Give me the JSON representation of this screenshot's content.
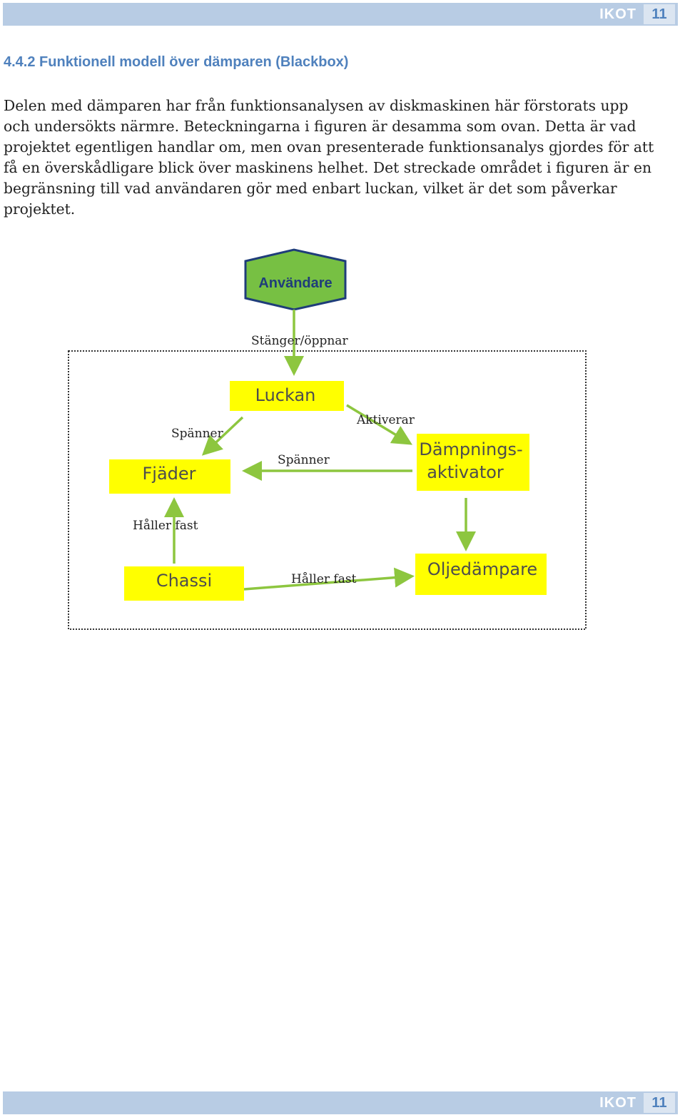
{
  "header": {
    "brand": "IKOT",
    "page_number": "11"
  },
  "footer": {
    "brand": "IKOT",
    "page_number": "11"
  },
  "heading": "4.4.2 Funktionell modell över dämparen (Blackbox)",
  "paragraph_lines": [
    "Delen med dämparen har från funktionsanalysen av diskmaskinen här förstorats upp",
    "och undersökts närmre. Beteckningarna i figuren är desamma som ovan. Detta är vad",
    "projektet egentligen handlar om, men ovan presenterade funktionsanalys gjordes för att",
    "få en överskådligare blick över maskinens helhet. Det streckade området i figuren är en",
    "begränsning till vad användaren gör med enbart luckan, vilket är det som påverkar",
    "projektet."
  ],
  "diagram": {
    "actor": "Användare",
    "nodes": {
      "luckan": "Luckan",
      "fjader": "Fjäder",
      "dampning_line1": "Dämpnings-",
      "dampning_line2": "aktivator",
      "chassi": "Chassi",
      "oljedampare": "Oljedämpare"
    },
    "edges": {
      "stanger": "Stänger/öppnar",
      "spanner_left": "Spänner",
      "aktiverar": "Aktiverar",
      "spanner_mid": "Spänner",
      "haller_left": "Håller fast",
      "haller_bottom": "Håller fast"
    },
    "colors": {
      "node_fill": "#ffff00",
      "arrow": "#8dc63f",
      "actor_fill": "#77c043",
      "actor_stroke": "#1f3d7a"
    }
  }
}
